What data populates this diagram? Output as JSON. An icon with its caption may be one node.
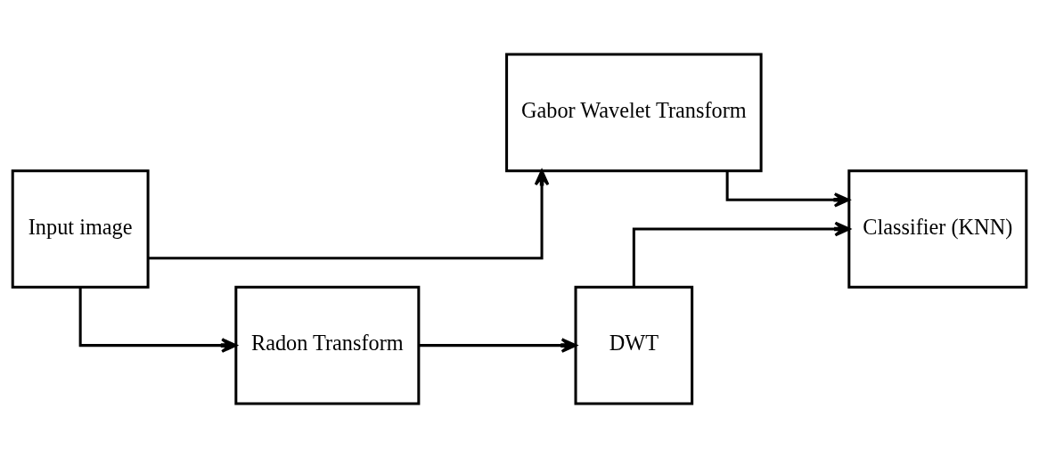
{
  "diagram": {
    "nodes": [
      {
        "text": [
          "Input image"
        ]
      },
      {
        "text": [
          "Gabor Wavelet Transform"
        ]
      },
      {
        "text": [
          "Radon Transform"
        ]
      },
      {
        "text": [
          "DWT"
        ]
      },
      {
        "text": [
          "Classifier (KNN)"
        ]
      }
    ],
    "edges": [
      {
        "from": 0,
        "to": 1,
        "arrow": "to"
      },
      {
        "from": 0,
        "to": 2,
        "arrow": "to"
      },
      {
        "from": 2,
        "to": 3,
        "arrow": "to"
      },
      {
        "from": 1,
        "to": 4,
        "arrow": "to"
      },
      {
        "from": 3,
        "to": 4,
        "arrow": "to"
      }
    ]
  }
}
